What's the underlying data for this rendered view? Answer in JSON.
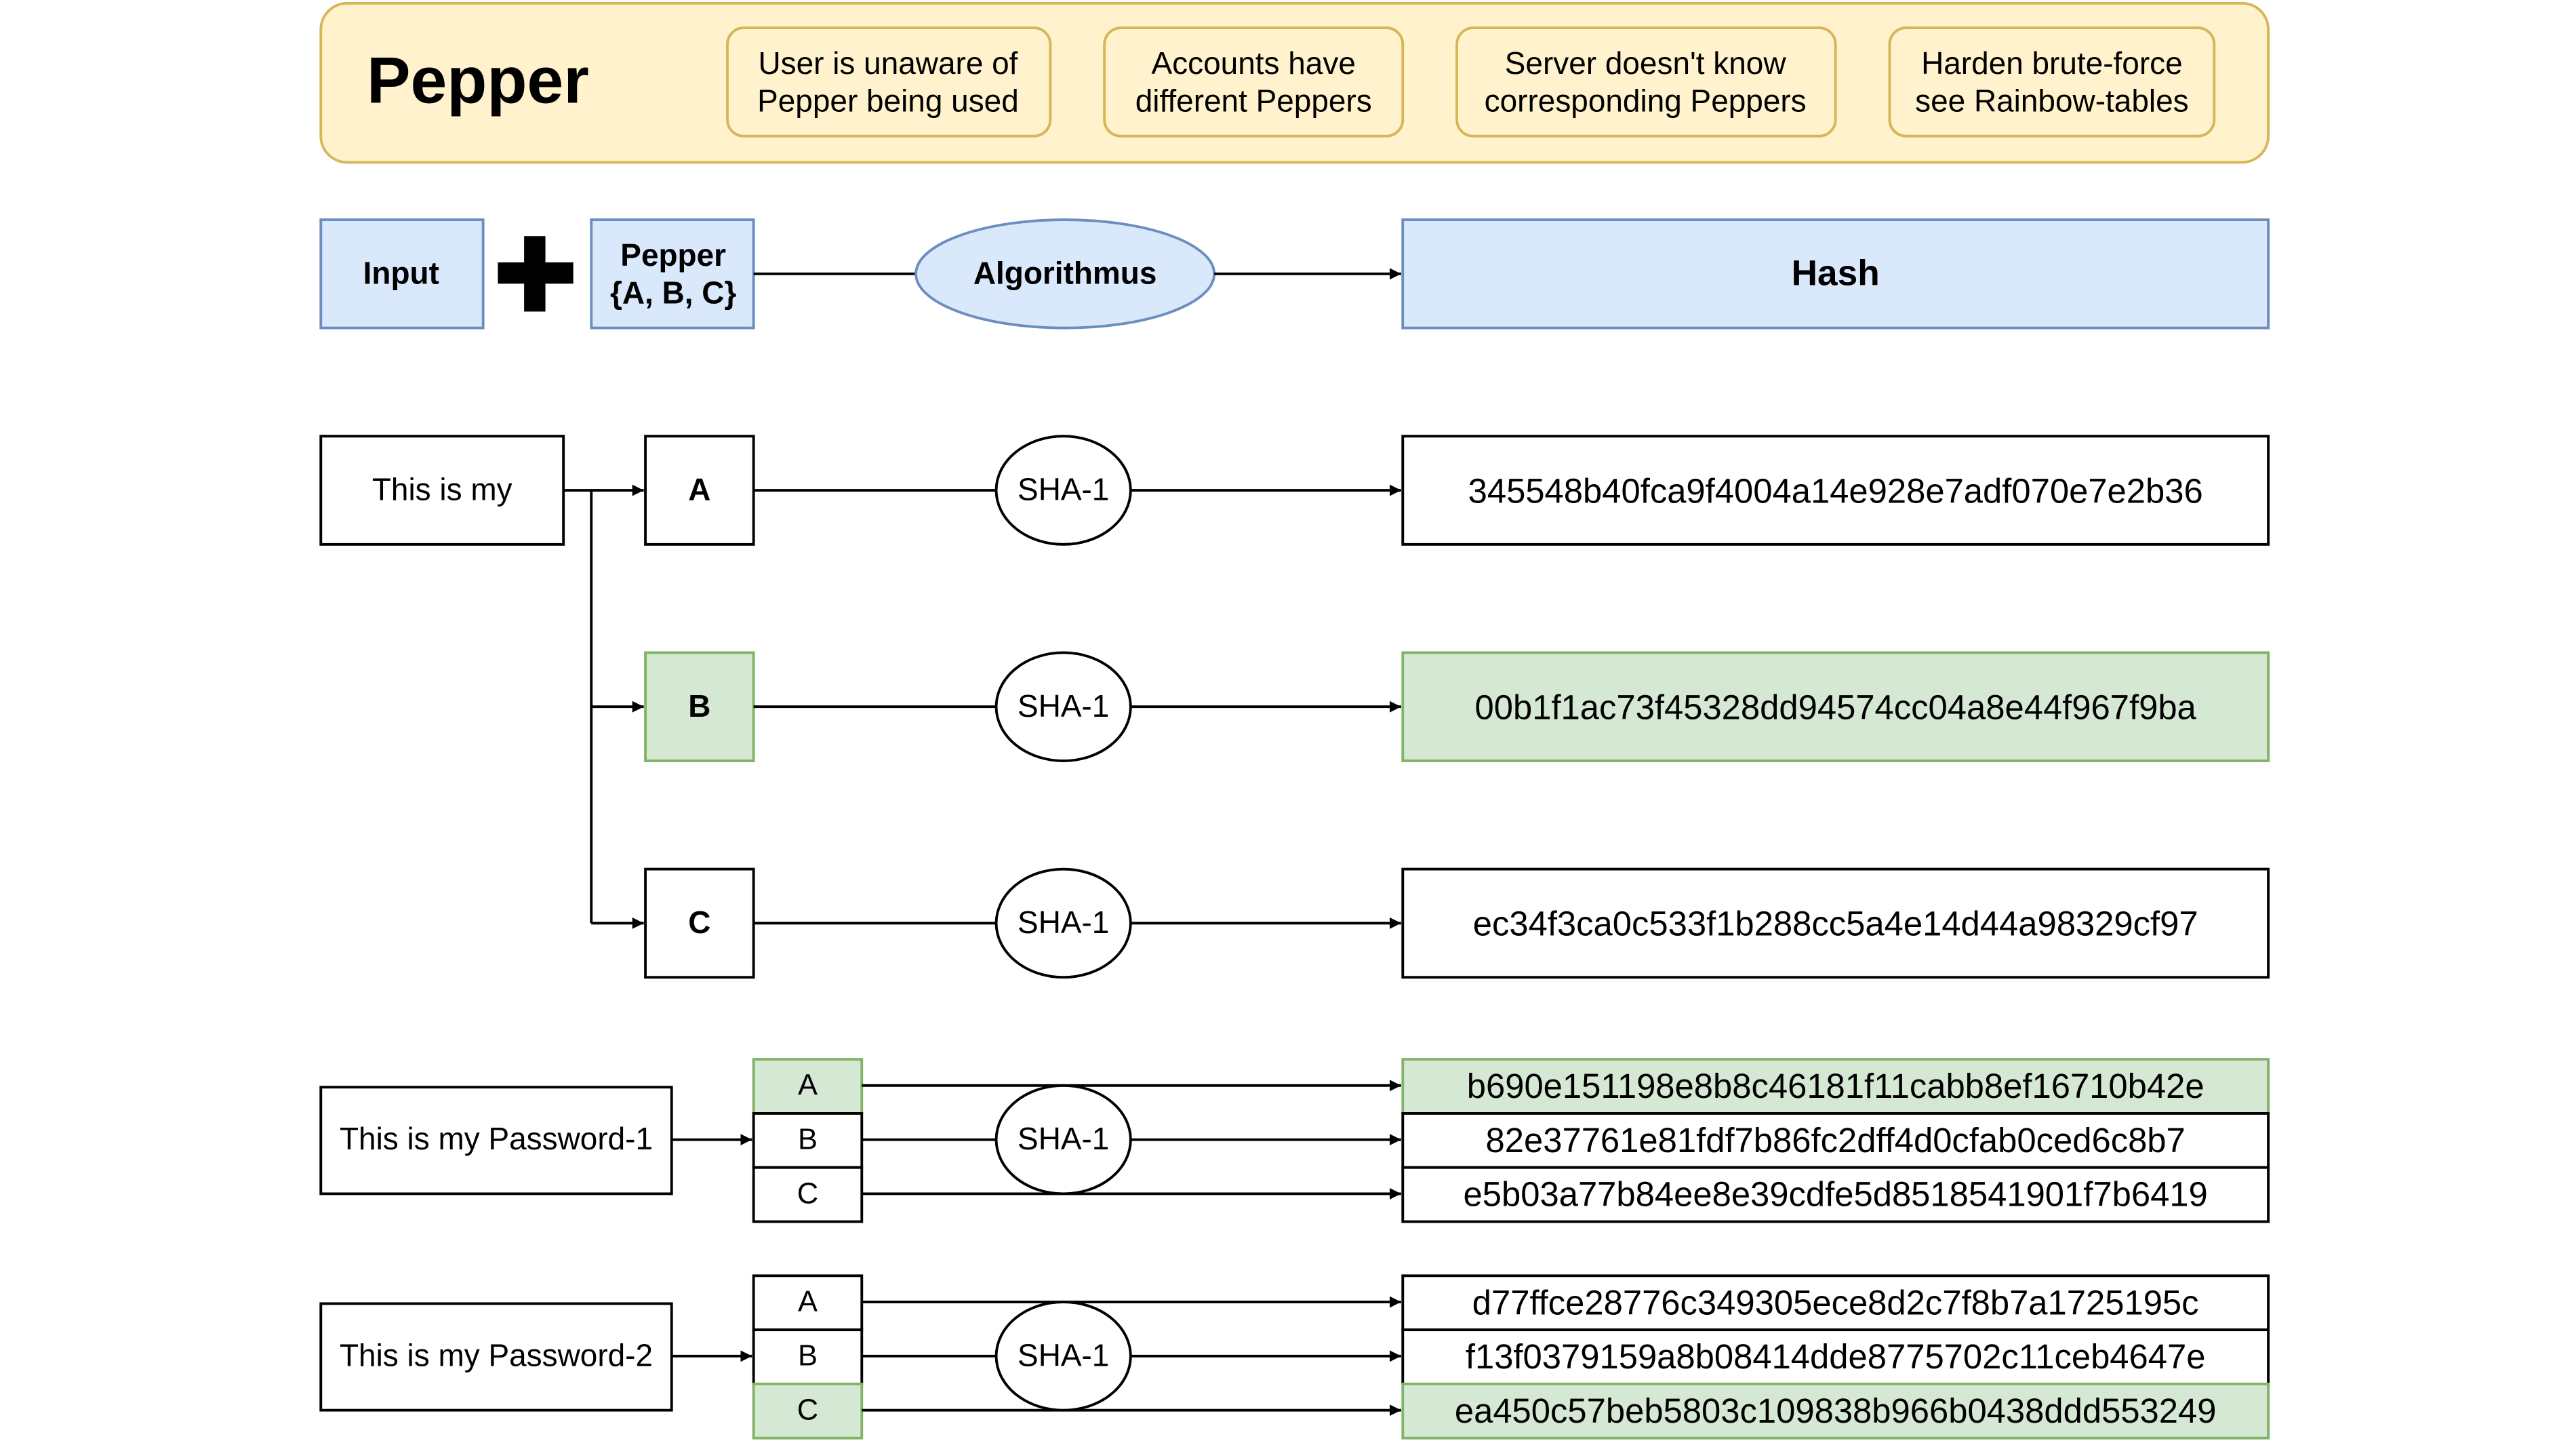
{
  "banner": {
    "title": "Pepper",
    "notes": [
      [
        "User is unaware of",
        "Pepper being used"
      ],
      [
        "Accounts have",
        "different Peppers"
      ],
      [
        "Server doesn't know",
        "corresponding Peppers"
      ],
      [
        "Harden brute-force",
        "see Rainbow-tables"
      ]
    ]
  },
  "legend": {
    "input": "Input",
    "plus": "+",
    "pepper": [
      "Pepper",
      "{A, B, C}"
    ],
    "algorithm": "Algorithmus",
    "hash": "Hash"
  },
  "example_single": {
    "input": "This is my",
    "algorithm": "SHA-1",
    "rows": [
      {
        "pepper": "A",
        "hash": "345548b40fca9f4004a14e928e7adf070e7e2b36",
        "highlight": false
      },
      {
        "pepper": "B",
        "hash": "00b1f1ac73f45328dd94574cc04a8e44f967f9ba",
        "highlight": true
      },
      {
        "pepper": "C",
        "hash": "ec34f3ca0c533f1b288cc5a4e14d44a98329cf97",
        "highlight": false
      }
    ]
  },
  "example_groups": [
    {
      "input": "This is my Password-1",
      "algorithm": "SHA-1",
      "rows": [
        {
          "pepper": "A",
          "hash": "b690e151198e8b8c46181f11cabb8ef16710b42e",
          "highlight": true
        },
        {
          "pepper": "B",
          "hash": "82e37761e81fdf7b86fc2dff4d0cfab0ced6c8b7",
          "highlight": false
        },
        {
          "pepper": "C",
          "hash": "e5b03a77b84ee8e39cdfe5d8518541901f7b6419",
          "highlight": false
        }
      ]
    },
    {
      "input": "This is my Password-2",
      "algorithm": "SHA-1",
      "rows": [
        {
          "pepper": "A",
          "hash": "d77ffce28776c349305ece8d2c7f8b7a1725195c",
          "highlight": false
        },
        {
          "pepper": "B",
          "hash": "f13f0379159a8b08414dde8775702c11ceb4647e",
          "highlight": false
        },
        {
          "pepper": "C",
          "hash": "ea450c57beb5803c109838b966b0438ddd553249",
          "highlight": true
        }
      ]
    }
  ],
  "colors": {
    "banner_fill": "#fff2cc",
    "banner_stroke": "#d6b656",
    "legend_fill": "#dae8fc",
    "legend_stroke": "#6c8ebf",
    "highlight_fill": "#d5e8d4",
    "highlight_stroke": "#82b366",
    "line": "#000000",
    "node_fill": "#ffffff"
  }
}
